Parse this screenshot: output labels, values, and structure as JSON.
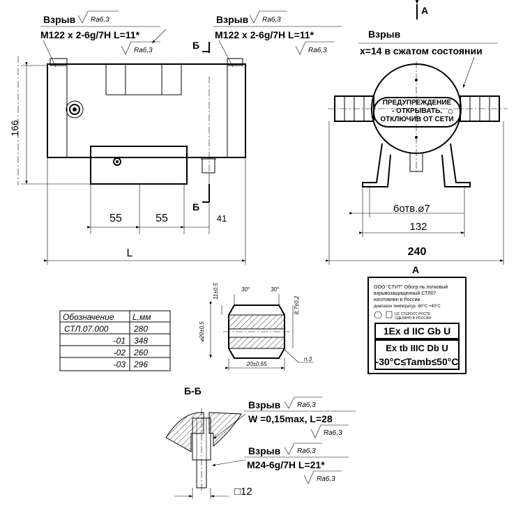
{
  "callouts": {
    "left_top": {
      "label": "Взрыв",
      "rough": "Ra6,3",
      "thread": "M122 x 2-6g/7H L=11*",
      "rough2": "Ra6,3"
    },
    "right_top": {
      "label": "Взрыв",
      "rough": "Ra6,3",
      "thread": "M122 x 2-6g/7H L=11*",
      "rough2": "Ra6,3"
    },
    "side": {
      "label": "Взрыв",
      "note": "x=14 в сжатом состоянии"
    },
    "section_top": {
      "label": "Взрыв",
      "rough": "Ra6,3",
      "value": "W =0,15max, L=28",
      "rough2": "Ra6,3"
    },
    "section_bottom": {
      "label": "Взрыв",
      "rough": "Ra6,3",
      "thread": "M24-6g/7H L=21*",
      "rough2": "Ra6,3"
    }
  },
  "front_dims": {
    "height": "166",
    "d1": "55",
    "d2": "55",
    "d3": "41",
    "length": "L",
    "section_mark": "Б"
  },
  "side_dims": {
    "view": "А",
    "holes": "6отв.⌀7",
    "d1": "132",
    "d2": "240"
  },
  "warning_plate": [
    "ПРЕДУПРЕЖДЕНИЕ",
    "- ОТКРЫВАТЬ,",
    "ОТКЛЮЧИВ ОТ СЕТИ"
  ],
  "table": {
    "headers": [
      "Обозначение",
      "L,мм"
    ],
    "rows": [
      [
        "СТЛ.07.000",
        "280"
      ],
      [
        "-01",
        "348"
      ],
      [
        "-02",
        "260"
      ],
      [
        "-03",
        "296"
      ]
    ]
  },
  "bushing_dims": {
    "angle1": "30°",
    "angle2": "30°",
    "h1": "11±0,5",
    "h2": "8,7±0,2",
    "diam": "⌀20±0,5",
    "length": "20±0,65",
    "mark": "п.3"
  },
  "nameplate": {
    "view": "А",
    "line1": "ООО \"СТИТ\" Обогр-ль лотковый",
    "line2": "взрывозащищенный СТЛ07",
    "line3": "изготовлен в России",
    "line4": "диапазон температур -60°С +40°С",
    "marking1": "1Ex d  IIC  Gb U",
    "marking2": "Ex tb IIIC Db U",
    "temp": "-30°С≤Tamb≤50°С",
    "cert": "ЦС СТЕРОСС РОСТЕ",
    "made": "СДЕЛАНО В РОССИИ"
  },
  "section": {
    "title": "Б-Б",
    "square": "□12"
  }
}
